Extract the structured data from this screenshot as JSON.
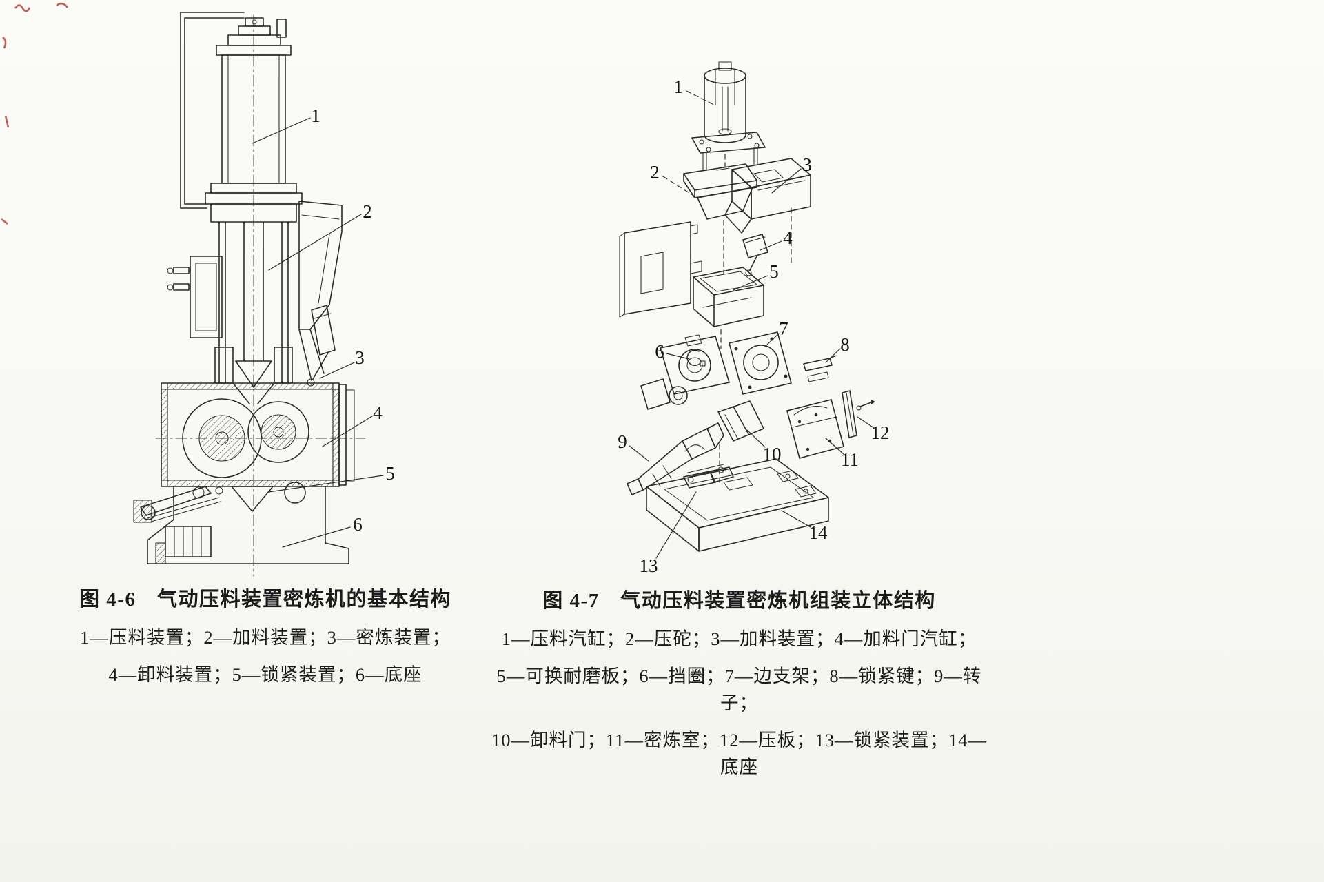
{
  "page": {
    "background_color": "#f9f9f5",
    "ink_color": "#2b2b2b",
    "red_mark_color": "#b5392c"
  },
  "fig46": {
    "title": "图 4-6　气动压料装置密炼机的基本结构",
    "legend_lines": [
      "1—压料装置；2—加料装置；3—密炼装置；",
      "4—卸料装置；5—锁紧装置；6—底座"
    ],
    "callouts": [
      "1",
      "2",
      "3",
      "4",
      "5",
      "6"
    ],
    "parts": [
      {
        "number": "1",
        "label": "压料装置"
      },
      {
        "number": "2",
        "label": "加料装置"
      },
      {
        "number": "3",
        "label": "密炼装置"
      },
      {
        "number": "4",
        "label": "卸料装置"
      },
      {
        "number": "5",
        "label": "锁紧装置"
      },
      {
        "number": "6",
        "label": "底座"
      }
    ]
  },
  "fig47": {
    "title": "图 4-7　气动压料装置密炼机组装立体结构",
    "legend_lines": [
      "1—压料汽缸；2—压砣；3—加料装置；4—加料门汽缸；",
      "5—可换耐磨板；6—挡圈；7—边支架；8—锁紧键；9—转子；",
      "10—卸料门；11—密炼室；12—压板；13—锁紧装置；14—底座"
    ],
    "callouts": [
      "1",
      "2",
      "3",
      "4",
      "5",
      "6",
      "7",
      "8",
      "9",
      "10",
      "11",
      "12",
      "13",
      "14"
    ],
    "parts": [
      {
        "number": "1",
        "label": "压料汽缸"
      },
      {
        "number": "2",
        "label": "压砣"
      },
      {
        "number": "3",
        "label": "加料装置"
      },
      {
        "number": "4",
        "label": "加料门汽缸"
      },
      {
        "number": "5",
        "label": "可换耐磨板"
      },
      {
        "number": "6",
        "label": "挡圈"
      },
      {
        "number": "7",
        "label": "边支架"
      },
      {
        "number": "8",
        "label": "锁紧键"
      },
      {
        "number": "9",
        "label": "转子"
      },
      {
        "number": "10",
        "label": "卸料门"
      },
      {
        "number": "11",
        "label": "密炼室"
      },
      {
        "number": "12",
        "label": "压板"
      },
      {
        "number": "13",
        "label": "锁紧装置"
      },
      {
        "number": "14",
        "label": "底座"
      }
    ]
  }
}
